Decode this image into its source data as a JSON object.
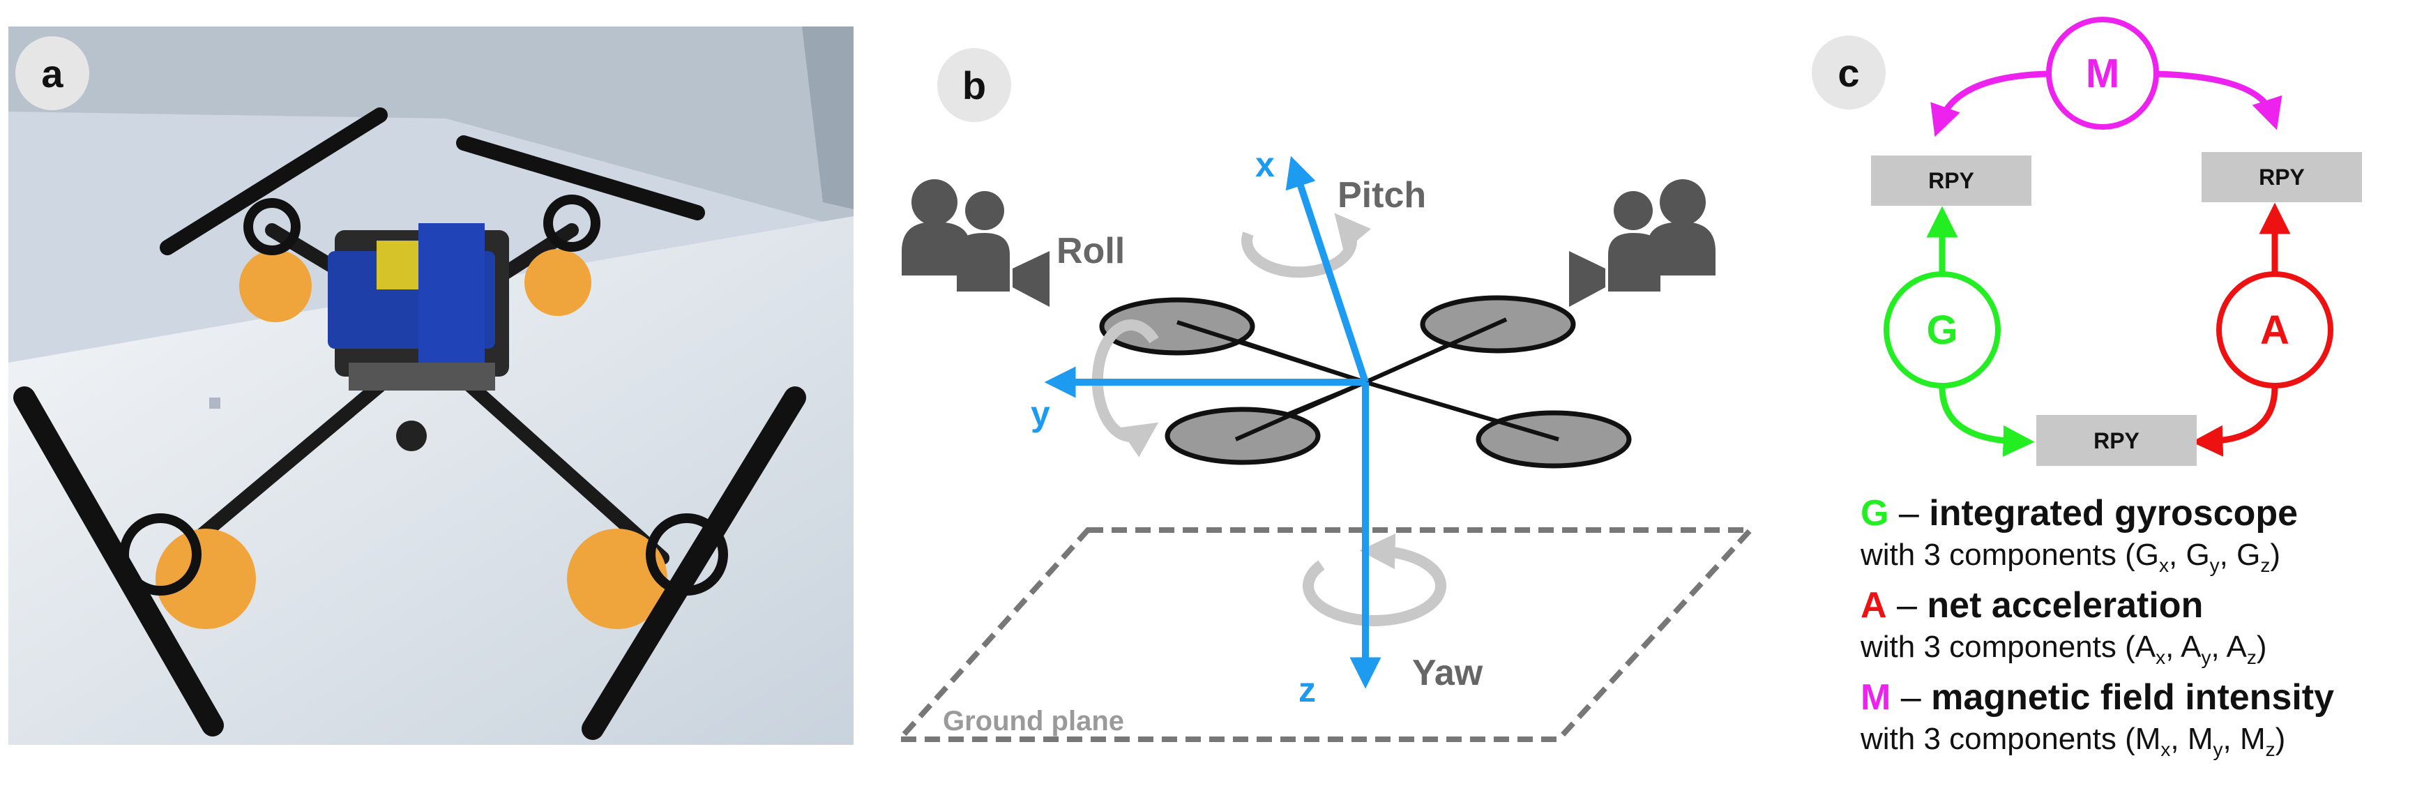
{
  "panels": {
    "a": {
      "label": "a"
    },
    "b": {
      "label": "b"
    },
    "c": {
      "label": "c"
    }
  },
  "panel_b": {
    "axes": {
      "x": "x",
      "y": "y",
      "z": "z"
    },
    "rotations": {
      "pitch": "Pitch",
      "roll": "Roll",
      "yaw": "Yaw"
    },
    "ground": "Ground plane",
    "colors": {
      "axis": "#1d9bf0",
      "rotation": "#c8c8c8",
      "text": "#666666",
      "rotor": "#9a9a9a"
    }
  },
  "panel_c": {
    "nodes": {
      "m": "M",
      "g": "G",
      "a": "A"
    },
    "boxes": {
      "top_left": "RPY",
      "top_right": "RPY",
      "bottom": "RPY"
    },
    "colors": {
      "g": "#22ee22",
      "a": "#ee1111",
      "m": "#ee22ee",
      "box": "#c8c8c8"
    },
    "legend": [
      {
        "letter": "G",
        "dash": " – ",
        "title": "integrated gyroscope",
        "pre": "with 3 components (",
        "s1": "G",
        "sub1": "x",
        "s2": "G",
        "sub2": "y",
        "s3": "G",
        "sub3": "z",
        "post": ")"
      },
      {
        "letter": "A",
        "dash": " – ",
        "title": "net acceleration",
        "pre": "with 3 components (",
        "s1": "A",
        "sub1": "x",
        "s2": "A",
        "sub2": "y",
        "s3": "A",
        "sub3": "z",
        "post": ")"
      },
      {
        "letter": "M",
        "dash": " – ",
        "title": "magnetic field intensity",
        "pre": "with 3 components (",
        "s1": "M",
        "sub1": "x",
        "s2": "M",
        "sub2": "y",
        "s3": "M",
        "sub3": "z",
        "post": ")"
      }
    ]
  }
}
